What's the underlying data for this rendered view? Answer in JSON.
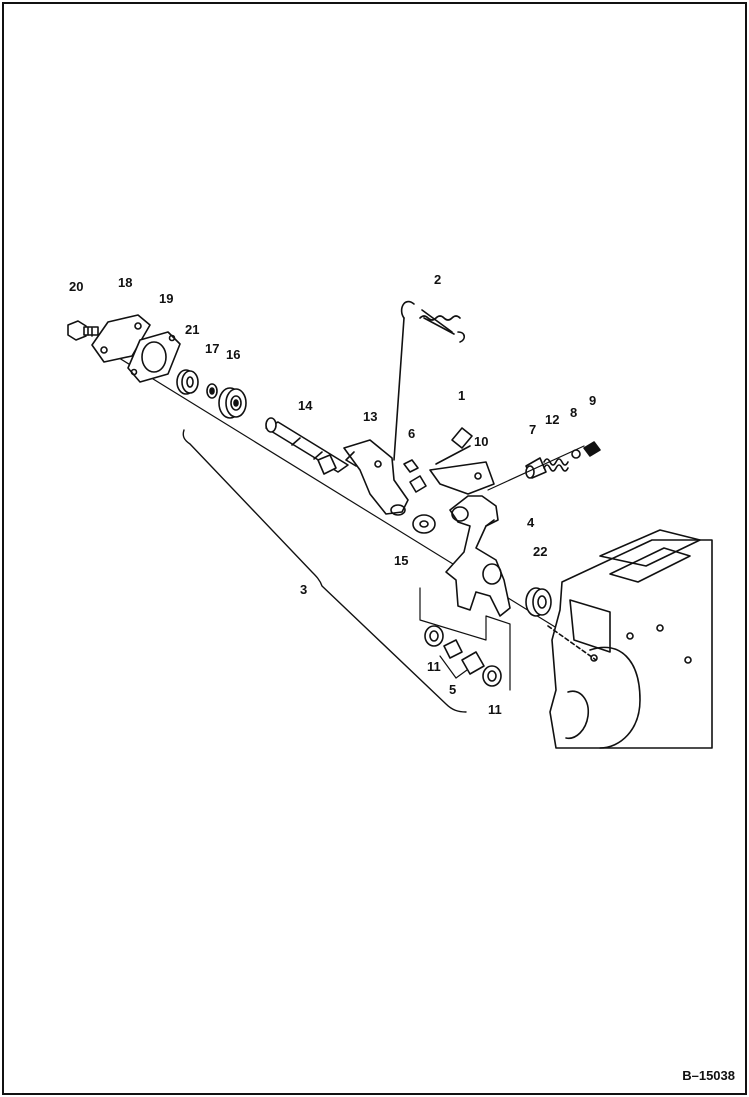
{
  "diagram": {
    "callouts": {
      "c1": "1",
      "c2": "2",
      "c3": "3",
      "c4": "4",
      "c5": "5",
      "c6": "6",
      "c7": "7",
      "c8": "8",
      "c9": "9",
      "c10": "10",
      "c11a": "11",
      "c11b": "11",
      "c12": "12",
      "c13": "13",
      "c14": "14",
      "c15": "15",
      "c16": "16",
      "c17": "17",
      "c18": "18",
      "c19": "19",
      "c20": "20",
      "c21": "21",
      "c22": "22"
    },
    "reference": "B–15038"
  }
}
